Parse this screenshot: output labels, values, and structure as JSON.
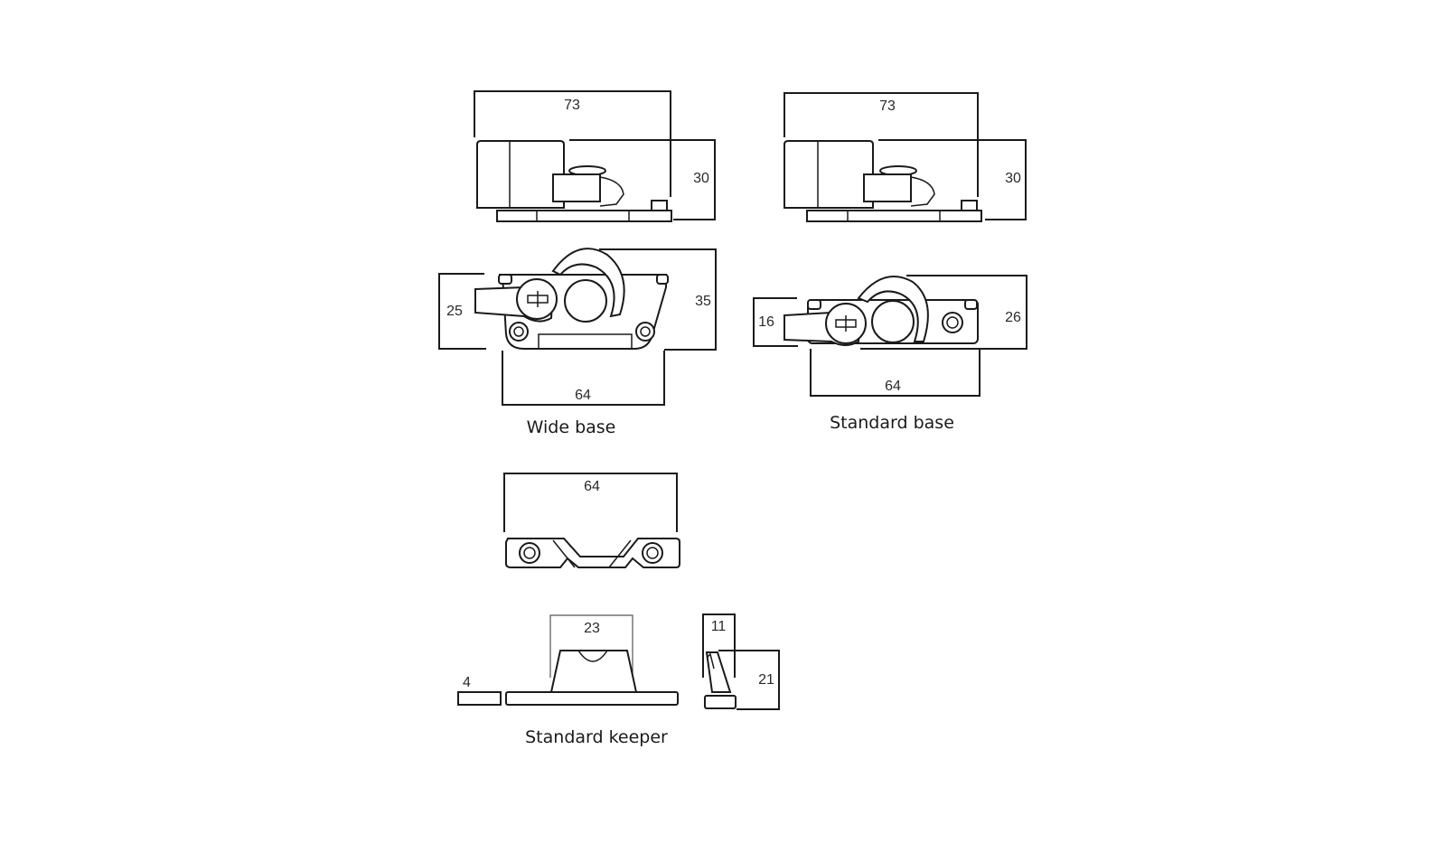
{
  "drawings": {
    "wide_base": {
      "caption": "Wide base",
      "side_view": {
        "width_dim": "73",
        "height_dim": "30"
      },
      "top_view": {
        "left_height_dim": "25",
        "right_height_dim": "35",
        "bottom_width_dim": "64"
      }
    },
    "standard_base": {
      "caption": "Standard base",
      "side_view": {
        "width_dim": "73",
        "height_dim": "30"
      },
      "top_view": {
        "left_height_dim": "16",
        "right_height_dim": "26",
        "bottom_width_dim": "64"
      }
    },
    "standard_keeper": {
      "caption": "Standard keeper",
      "top_view": {
        "width_dim": "64"
      },
      "front_view": {
        "hook_width_dim": "23",
        "thickness_dim": "4"
      },
      "side_view": {
        "width_dim": "11",
        "height_dim": "21"
      }
    }
  },
  "colors": {
    "line": "#1a1a1a",
    "background": "#ffffff"
  }
}
